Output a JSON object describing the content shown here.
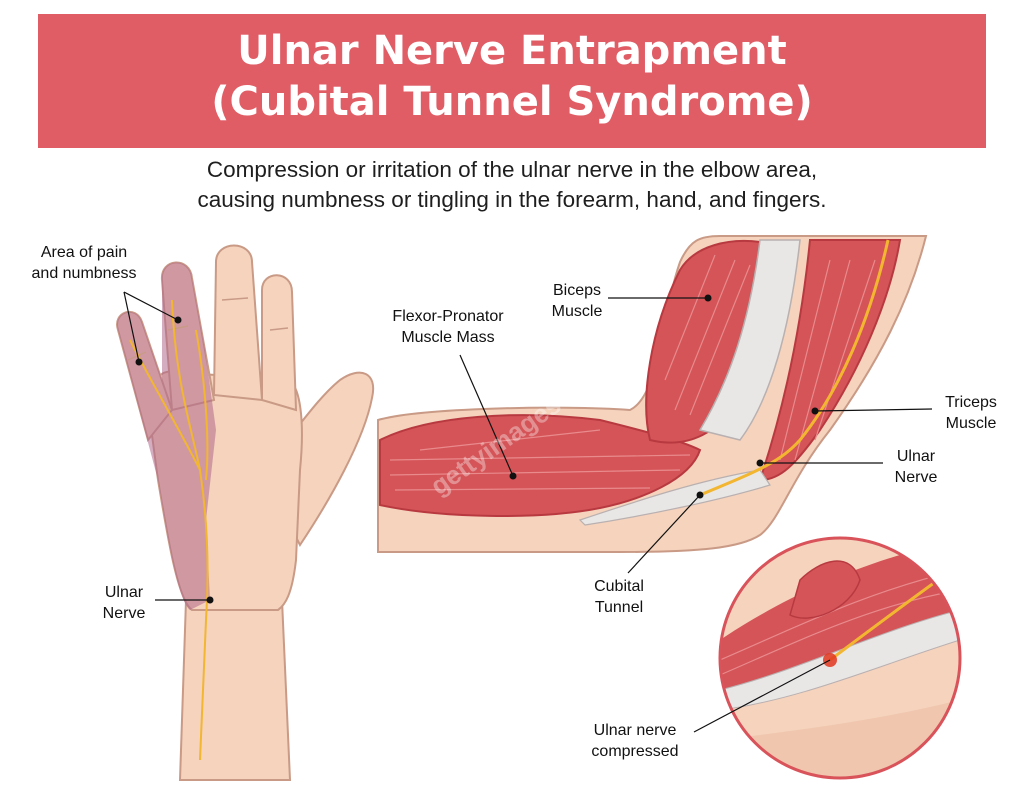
{
  "title": {
    "line1": "Ulnar Nerve Entrapment",
    "line2": "(Cubital Tunnel Syndrome)"
  },
  "subtitle": {
    "line1": "Compression or irritation of the ulnar nerve in the elbow area,",
    "line2": "causing numbness or tingling in the forearm, hand, and fingers."
  },
  "labels": {
    "area_pain": {
      "line1": "Area of pain",
      "line2": "and numbness"
    },
    "ulnar_nerve_hand": {
      "line1": "Ulnar",
      "line2": "Nerve"
    },
    "flexor_pronator": {
      "line1": "Flexor-Pronator",
      "line2": "Muscle Mass"
    },
    "biceps": {
      "line1": "Biceps",
      "line2": "Muscle"
    },
    "triceps": {
      "line1": "Triceps",
      "line2": "Muscle"
    },
    "ulnar_nerve_elbow": {
      "line1": "Ulnar",
      "line2": "Nerve"
    },
    "cubital_tunnel": {
      "line1": "Cubital",
      "line2": "Tunnel"
    },
    "compressed": {
      "line1": "Ulnar nerve",
      "line2": "compressed"
    }
  },
  "watermark": {
    "text": "gettyimages"
  },
  "colors": {
    "banner": "#e05d66",
    "skin": "#f5d3bd",
    "skin_outline": "#c99a86",
    "pain_area": "#b06a8c",
    "muscle": "#d45458",
    "muscle_dark": "#b83a40",
    "tendon": "#e9e6e6",
    "nerve": "#f2b630",
    "zoom_circle_border": "#d9535b"
  }
}
